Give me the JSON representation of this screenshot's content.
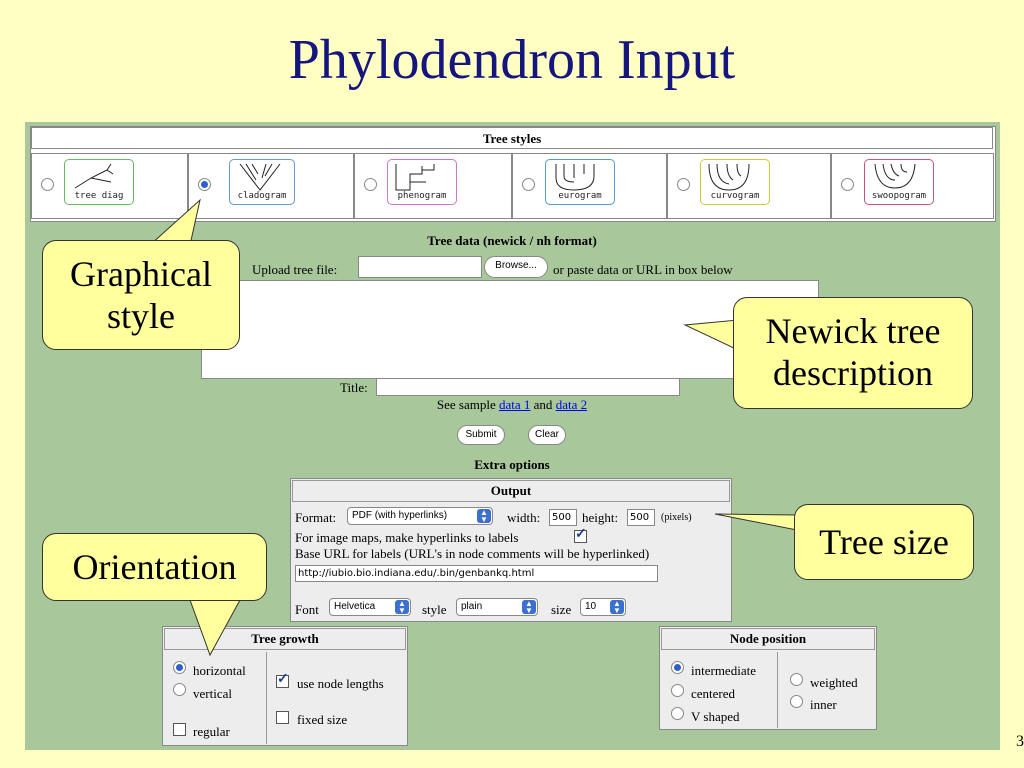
{
  "slide": {
    "title": "Phylodendron Input",
    "number": "3"
  },
  "tree_styles": {
    "header": "Tree styles",
    "options": [
      {
        "label": "tree diag",
        "selected": false,
        "color": "#66bb66"
      },
      {
        "label": "cladogram",
        "selected": true,
        "color": "#6699cc"
      },
      {
        "label": "phenogram",
        "selected": false,
        "color": "#cc77cc"
      },
      {
        "label": "eurogram",
        "selected": false,
        "color": "#5599cc"
      },
      {
        "label": "curvogram",
        "selected": false,
        "color": "#cccc33"
      },
      {
        "label": "swoopogram",
        "selected": false,
        "color": "#cc5577"
      }
    ]
  },
  "tree_data": {
    "header": "Tree data (newick / nh format)",
    "upload_label": "Upload tree file:",
    "browse_button": "Browse...",
    "paste_hint": "or paste data or URL in box below",
    "title_label": "Title:",
    "sample_prefix": "See sample",
    "sample_link1": "data 1",
    "sample_and": "and",
    "sample_link2": "data 2",
    "submit": "Submit",
    "clear": "Clear"
  },
  "extra": {
    "header": "Extra options",
    "output": {
      "header": "Output",
      "format_label": "Format:",
      "format_value": "PDF (with hyperlinks)",
      "width_label": "width:",
      "width_value": "500",
      "height_label": "height:",
      "height_value": "500",
      "units": "(pixels)",
      "imagemap_label": "For image maps, make hyperlinks to labels",
      "base_url_label": "Base URL for labels (URL's in node comments will be hyperlinked)",
      "base_url_value": "http://iubio.bio.indiana.edu/.bin/genbankq.html",
      "font_label": "Font",
      "font_value": "Helvetica",
      "style_label": "style",
      "style_value": "plain",
      "size_label": "size",
      "size_value": "10"
    }
  },
  "tree_growth": {
    "header": "Tree growth",
    "horizontal": "horizontal",
    "vertical": "vertical",
    "regular": "regular",
    "use_node_lengths": "use node lengths",
    "fixed_size": "fixed size"
  },
  "node_position": {
    "header": "Node position",
    "intermediate": "intermediate",
    "centered": "centered",
    "v_shaped": "V shaped",
    "weighted": "weighted",
    "inner": "inner"
  },
  "callouts": {
    "graphical_style": "Graphical style",
    "newick": "Newick tree description",
    "tree_size": "Tree size",
    "orientation": "Orientation"
  }
}
